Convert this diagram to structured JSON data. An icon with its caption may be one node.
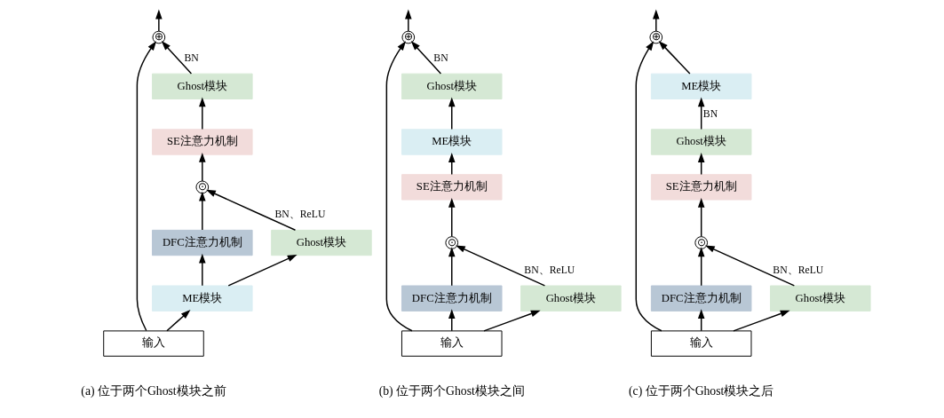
{
  "diagram": {
    "nodes": [
      {
        "text": [
          "⊕"
        ]
      },
      {
        "text": [
          "Ghost模块"
        ]
      },
      {
        "text": [
          "SE注意力机制"
        ]
      },
      {
        "text": [
          "⊙"
        ]
      },
      {
        "text": [
          "DFC注意力机制"
        ]
      },
      {
        "text": [
          "Ghost模块"
        ]
      },
      {
        "text": [
          "ME模块"
        ]
      },
      {
        "text": [
          "输入"
        ]
      },
      {
        "text": [
          "⊕"
        ]
      },
      {
        "text": [
          "Ghost模块"
        ]
      },
      {
        "text": [
          "ME模块"
        ]
      },
      {
        "text": [
          "SE注意力机制"
        ]
      },
      {
        "text": [
          "⊙"
        ]
      },
      {
        "text": [
          "DFC注意力机制"
        ]
      },
      {
        "text": [
          "Ghost模块"
        ]
      },
      {
        "text": [
          "输入"
        ]
      },
      {
        "text": [
          "⊕"
        ]
      },
      {
        "text": [
          "ME模块"
        ]
      },
      {
        "text": [
          "Ghost模块"
        ]
      },
      {
        "text": [
          "SE注意力机制"
        ]
      },
      {
        "text": [
          "⊙"
        ]
      },
      {
        "text": [
          "DFC注意力机制"
        ]
      },
      {
        "text": [
          "Ghost模块"
        ]
      },
      {
        "text": [
          "输入"
        ]
      }
    ],
    "edges": [
      {
        "from": 0,
        "to": null,
        "arrow": "to"
      },
      {
        "from": 7,
        "to": 6,
        "arrow": "to"
      },
      {
        "from": 6,
        "to": 4,
        "arrow": "to"
      },
      {
        "from": 6,
        "to": 5,
        "arrow": "to"
      },
      {
        "from": 4,
        "to": 3,
        "arrow": "to"
      },
      {
        "from": 5,
        "to": 3,
        "arrow": "to",
        "label": "BN、ReLU"
      },
      {
        "from": 3,
        "to": 2,
        "arrow": "to"
      },
      {
        "from": 2,
        "to": 1,
        "arrow": "to"
      },
      {
        "from": 1,
        "to": 0,
        "arrow": "to",
        "label": "BN"
      },
      {
        "from": 7,
        "to": 0,
        "arrow": "to"
      },
      {
        "from": 8,
        "to": null,
        "arrow": "to"
      },
      {
        "from": 15,
        "to": 13,
        "arrow": "to"
      },
      {
        "from": 15,
        "to": 14,
        "arrow": "to"
      },
      {
        "from": 13,
        "to": 12,
        "arrow": "to"
      },
      {
        "from": 14,
        "to": 12,
        "arrow": "to",
        "label": "BN、ReLU"
      },
      {
        "from": 12,
        "to": 11,
        "arrow": "to"
      },
      {
        "from": 11,
        "to": 10,
        "arrow": "to"
      },
      {
        "from": 10,
        "to": 9,
        "arrow": "to"
      },
      {
        "from": 9,
        "to": 8,
        "arrow": "to",
        "label": "BN"
      },
      {
        "from": 15,
        "to": 8,
        "arrow": "to"
      },
      {
        "from": 16,
        "to": null,
        "arrow": "to"
      },
      {
        "from": 23,
        "to": 21,
        "arrow": "to"
      },
      {
        "from": 23,
        "to": 22,
        "arrow": "to"
      },
      {
        "from": 21,
        "to": 20,
        "arrow": "to"
      },
      {
        "from": 22,
        "to": 20,
        "arrow": "to",
        "label": "BN、ReLU"
      },
      {
        "from": 20,
        "to": 19,
        "arrow": "to"
      },
      {
        "from": 19,
        "to": 18,
        "arrow": "to"
      },
      {
        "from": 18,
        "to": 17,
        "arrow": "to",
        "label": "BN"
      },
      {
        "from": 17,
        "to": 16,
        "arrow": "to"
      },
      {
        "from": 23,
        "to": 16,
        "arrow": "to"
      }
    ],
    "labels": [
      "(a) 位于两个Ghost模块之前",
      "(b) 位于两个Ghost模块之间",
      "(c) 位于两个Ghost模块之后"
    ]
  }
}
